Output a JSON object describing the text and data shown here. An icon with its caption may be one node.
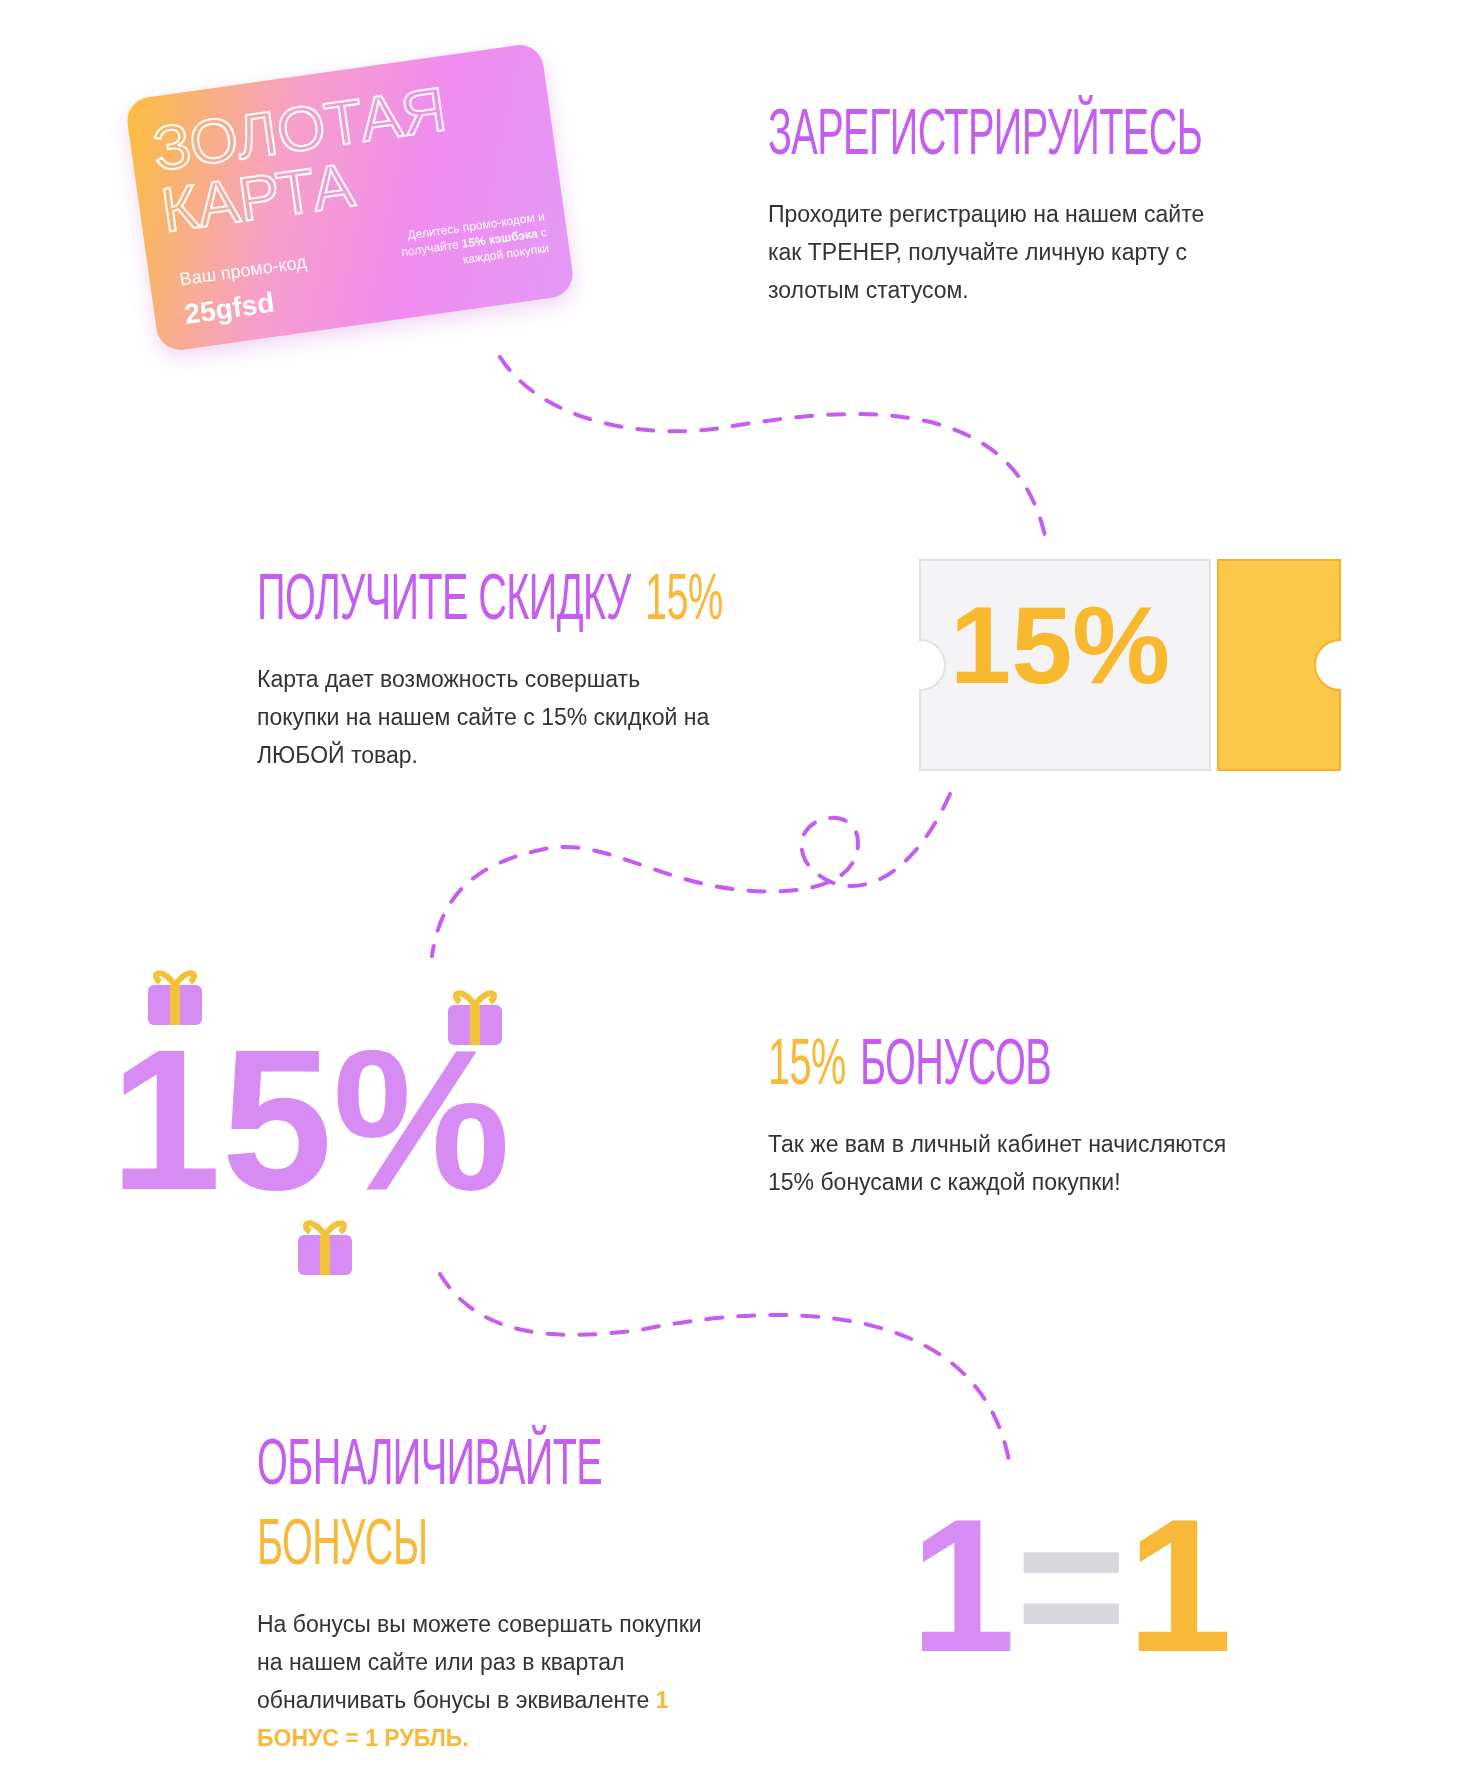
{
  "diagram": {
    "nodes": [
      {
        "text": [
          "ЗОЛОТАЯ КАРТА",
          "Ваш промо-код",
          "25gfsd",
          "Делитесь промо-кодом и получайте **15% кэшбэка** с каждой покупки"
        ]
      },
      {
        "text": [
          "15%"
        ]
      },
      {
        "text": [
          "15%"
        ]
      },
      {
        "text": [
          "1=1"
        ]
      }
    ],
    "edges": [
      {
        "from": 0,
        "to": 1,
        "arrow": "none",
        "style": "dashed"
      },
      {
        "from": 1,
        "to": 2,
        "arrow": "none",
        "style": "dashed"
      },
      {
        "from": 2,
        "to": 3,
        "arrow": "none",
        "style": "dashed"
      }
    ],
    "labels": [
      "ЗАРЕГИСТРИРУЙТЕСЬ",
      "Проходите регистрацию на нашем сайте как ТРЕНЕР, получайте личную карту с золотым статусом.",
      "ПОЛУЧИТЕ СКИДКУ",
      "15%",
      "Карта дает возможность совершать покупки на нашем сайте с 15% скидкой на ЛЮБОЙ товар.",
      "15%",
      "БОНУСОВ",
      "Так же вам в личный кабинет начисляются 15% бонусами с каждой покупки!",
      "ОБНАЛИЧИВАЙТЕ",
      "БОНУСЫ",
      "На бонусы вы можете совершать покупки на нашем сайте или раз в квартал обналичивать бонусы в эквиваленте **1 БОНУС = 1 РУБЛЬ.**"
    ]
  }
}
